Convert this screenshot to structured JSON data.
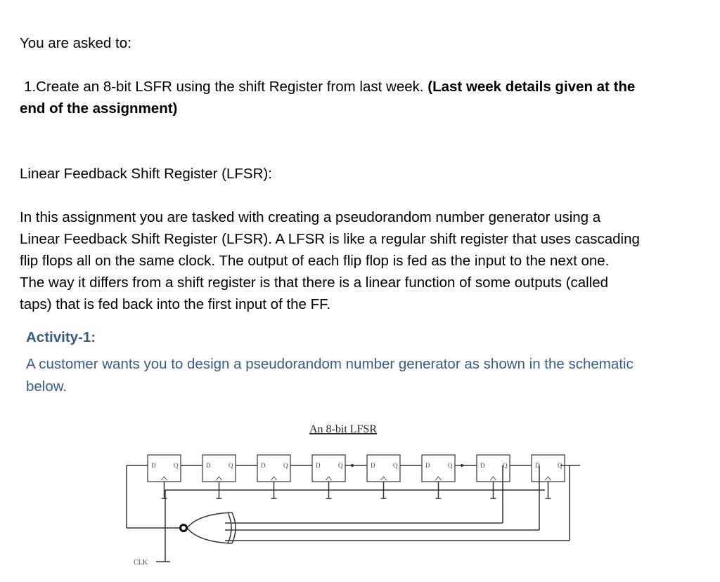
{
  "intro": "You are asked to:",
  "task1": {
    "number": "1.",
    "text_normal": "Create an 8-bit LSFR using the shift Register from last week. ",
    "text_bold_line1": "(Last week details given at the",
    "text_bold_line2": "end of the assignment)"
  },
  "lfsr_heading": "Linear Feedback Shift Register (LFSR):",
  "paragraph_lines": [
    "In this assignment you are tasked with creating a pseudorandom number generator using a",
    "Linear Feedback Shift Register (LFSR). A LFSR is like a regular shift register that uses cascading",
    "flip flops all on the same clock. The output of each flip flop is fed as the input to the next one.",
    "The way it differs from a shift register is that there is a linear function of some outputs (called",
    "taps) that is fed back into the first input of the FF."
  ],
  "activity": {
    "title": "Activity-1:",
    "desc_line1": "A customer wants you to design a pseudorandom number generator as shown in the schematic",
    "desc_line2": "below."
  },
  "schematic": {
    "title": "An 8-bit LFSR",
    "d_label": "D",
    "q_label": "Q",
    "clk_label": "CLK",
    "flip_flop_count": 8
  },
  "colors": {
    "activity_blue": "#3b5a8e",
    "line": "#333333"
  }
}
